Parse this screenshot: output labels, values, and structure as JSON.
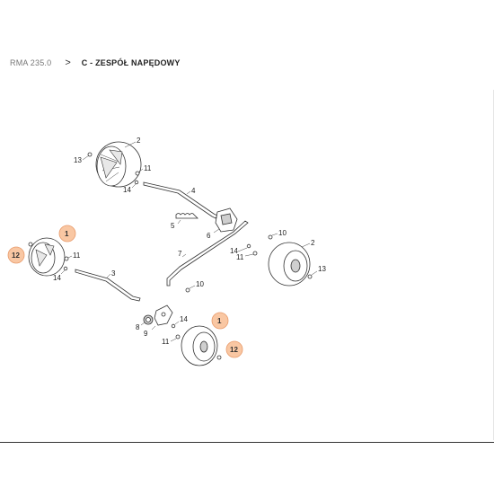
{
  "breadcrumb": {
    "parent": "RMA 235.0",
    "separator": ">",
    "current": "C - ZESPÓŁ NAPĘDOWY"
  },
  "colors": {
    "highlight_fill": "#f9c7a3",
    "highlight_stroke": "#e89a6a",
    "line": "#333333"
  },
  "callouts": {
    "c13a": "13",
    "c2a": "2",
    "c11a": "11",
    "c14a": "14",
    "c4": "4",
    "c5": "5",
    "c6": "6",
    "c10a": "10",
    "c7": "7",
    "c14b": "14",
    "c11b": "11",
    "c2b": "2",
    "c13b": "13",
    "c1a": "1",
    "c12a": "12",
    "c11c": "11",
    "c14c": "14",
    "c3": "3",
    "c10b": "10",
    "c8": "8",
    "c9": "9",
    "c14d": "14",
    "c11d": "11",
    "c1b": "1",
    "c12b": "12"
  }
}
